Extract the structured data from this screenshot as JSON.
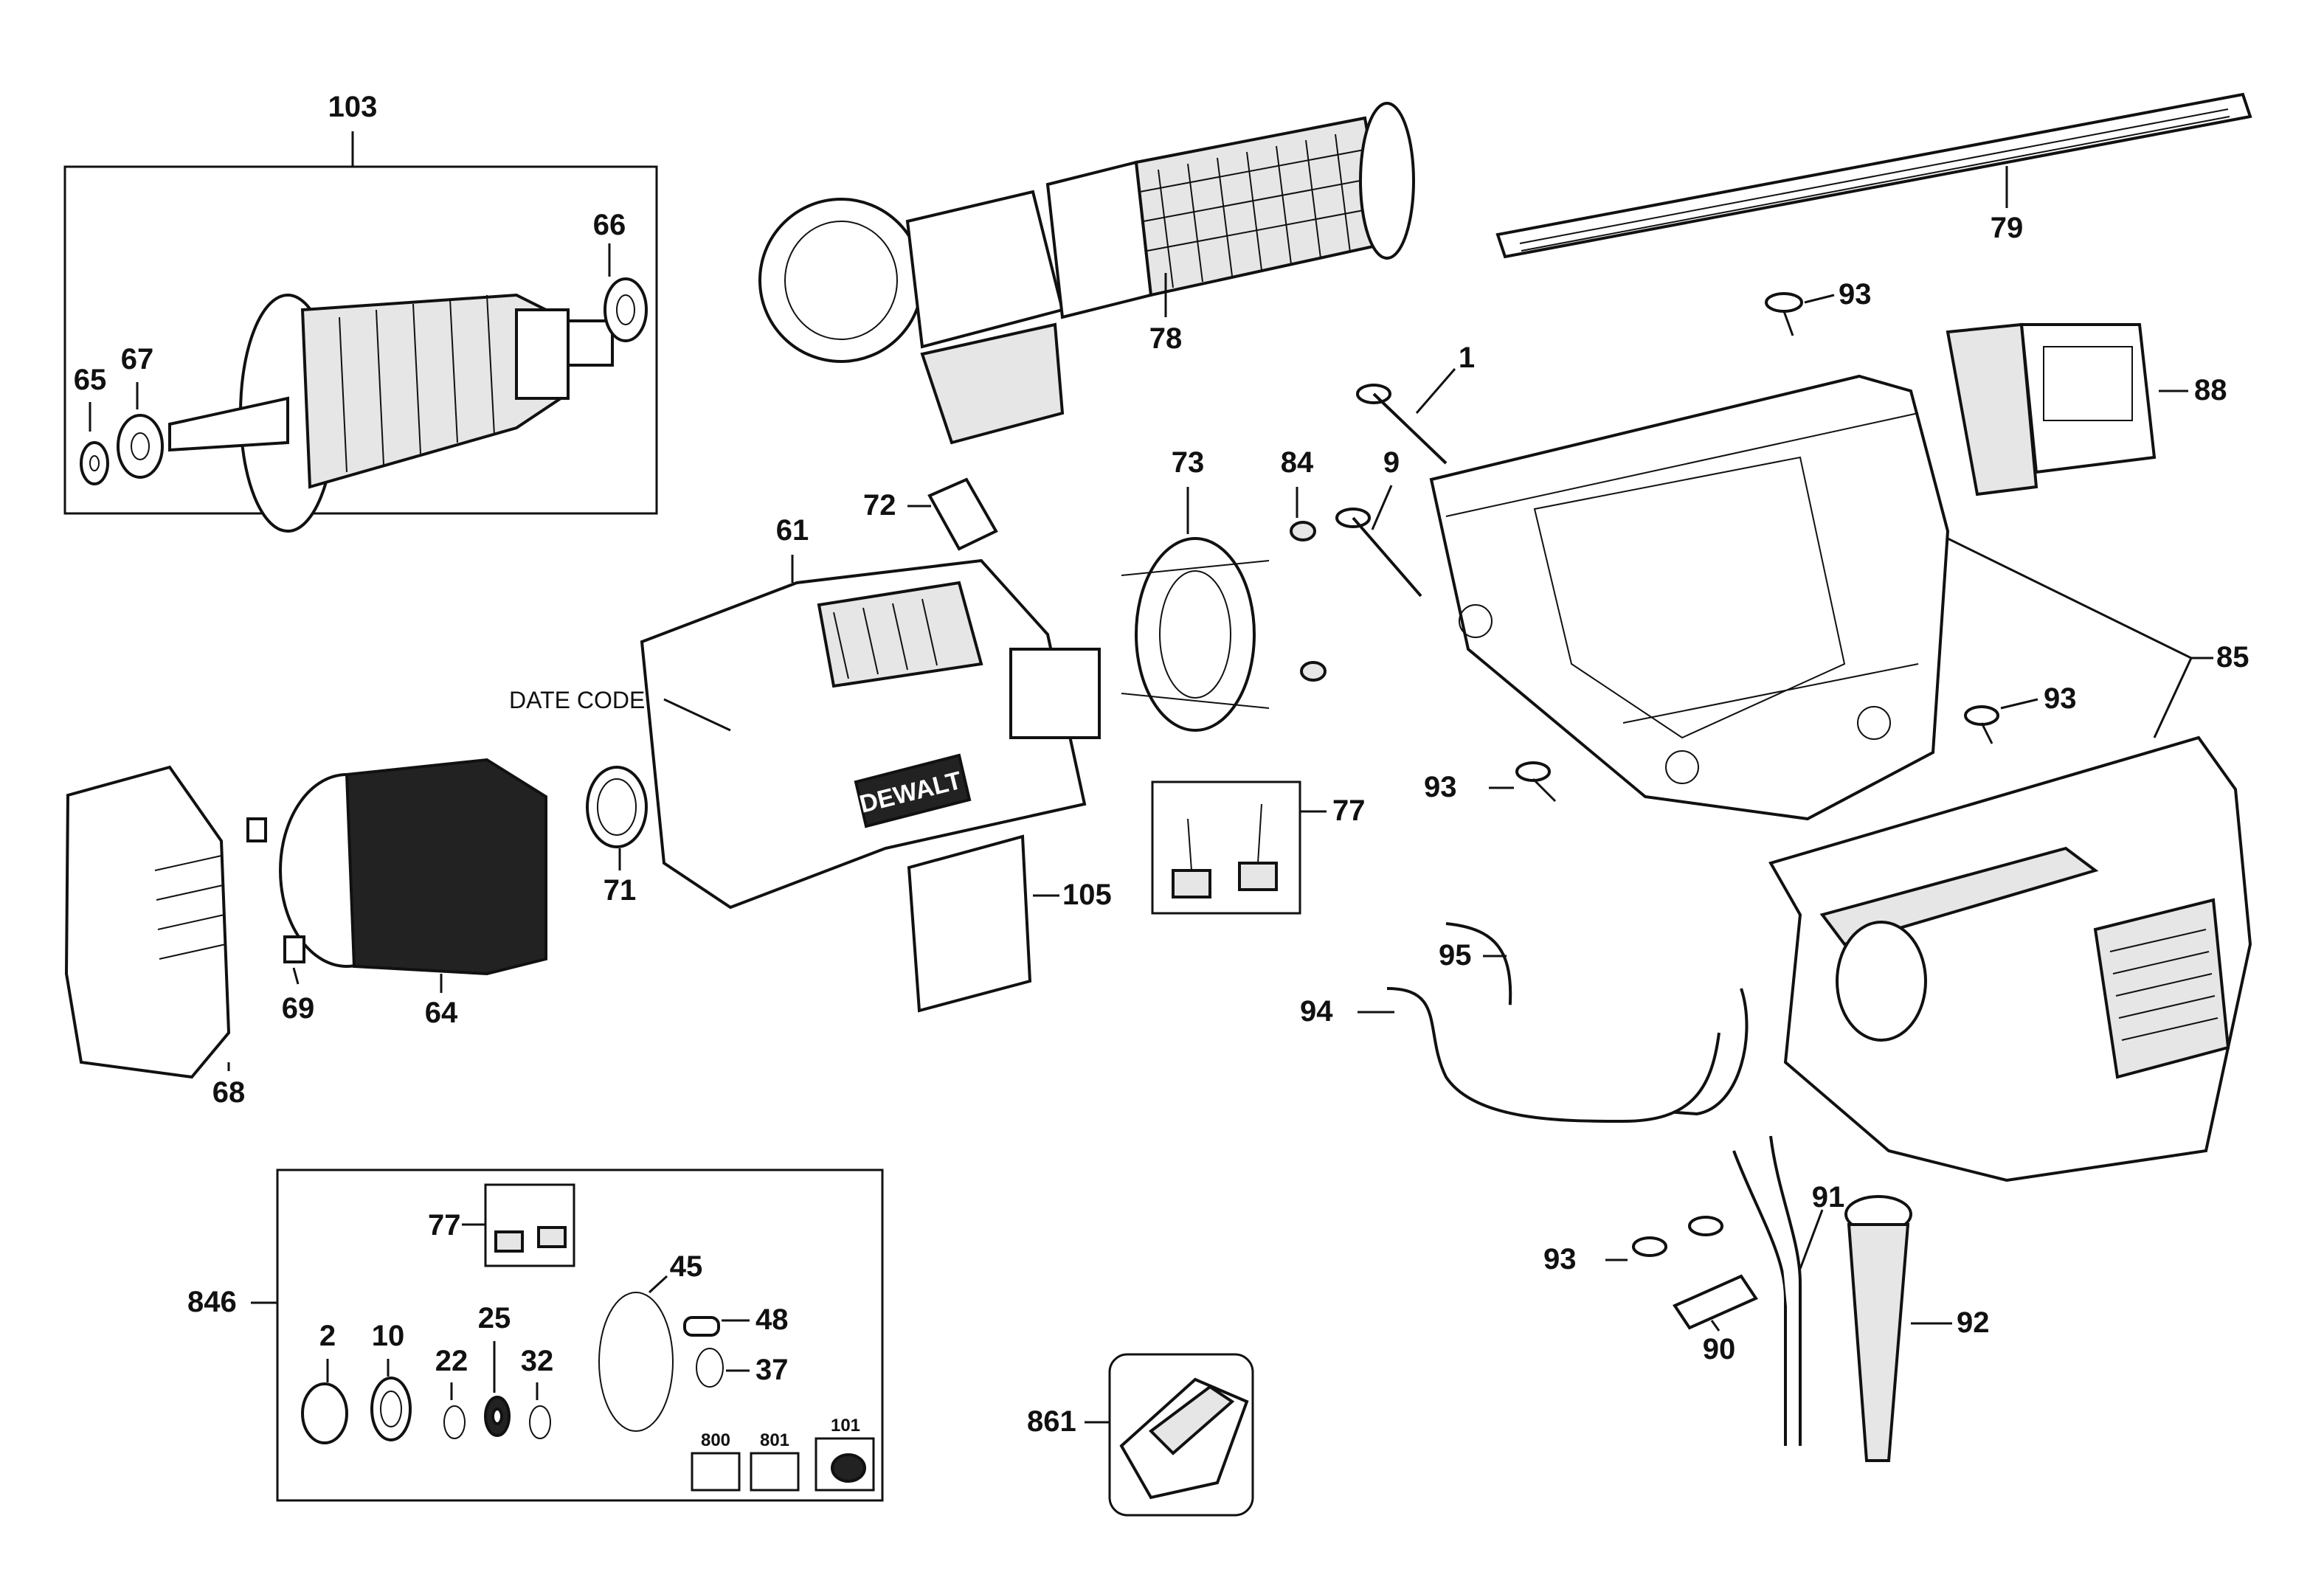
{
  "brand_text": "DEWALT",
  "date_code_note": "DATE CODE",
  "kits": {
    "armature_kit": "103",
    "service_kit": "846",
    "brush_kit": "77",
    "brush_kit_inner": "77"
  },
  "parts": {
    "p103": "103",
    "p66": "66",
    "p67": "67",
    "p65": "65",
    "p78": "78",
    "p79": "79",
    "p93a": "93",
    "p1": "1",
    "p88": "88",
    "p9": "9",
    "p84": "84",
    "p73": "73",
    "p72": "72",
    "p61": "61",
    "p85": "85",
    "p93b": "93",
    "p93c": "93",
    "p77": "77",
    "p71": "71",
    "p105": "105",
    "p64": "64",
    "p69": "69",
    "p68": "68",
    "p95": "95",
    "p94": "94",
    "p91": "91",
    "p93d": "93",
    "p90": "90",
    "p92": "92",
    "p846": "846",
    "p77b": "77",
    "p45": "45",
    "p48": "48",
    "p37": "37",
    "p2": "2",
    "p10": "10",
    "p25": "25",
    "p22": "22",
    "p32": "32",
    "p800": "800",
    "p801": "801",
    "p101": "101",
    "p861": "861"
  }
}
